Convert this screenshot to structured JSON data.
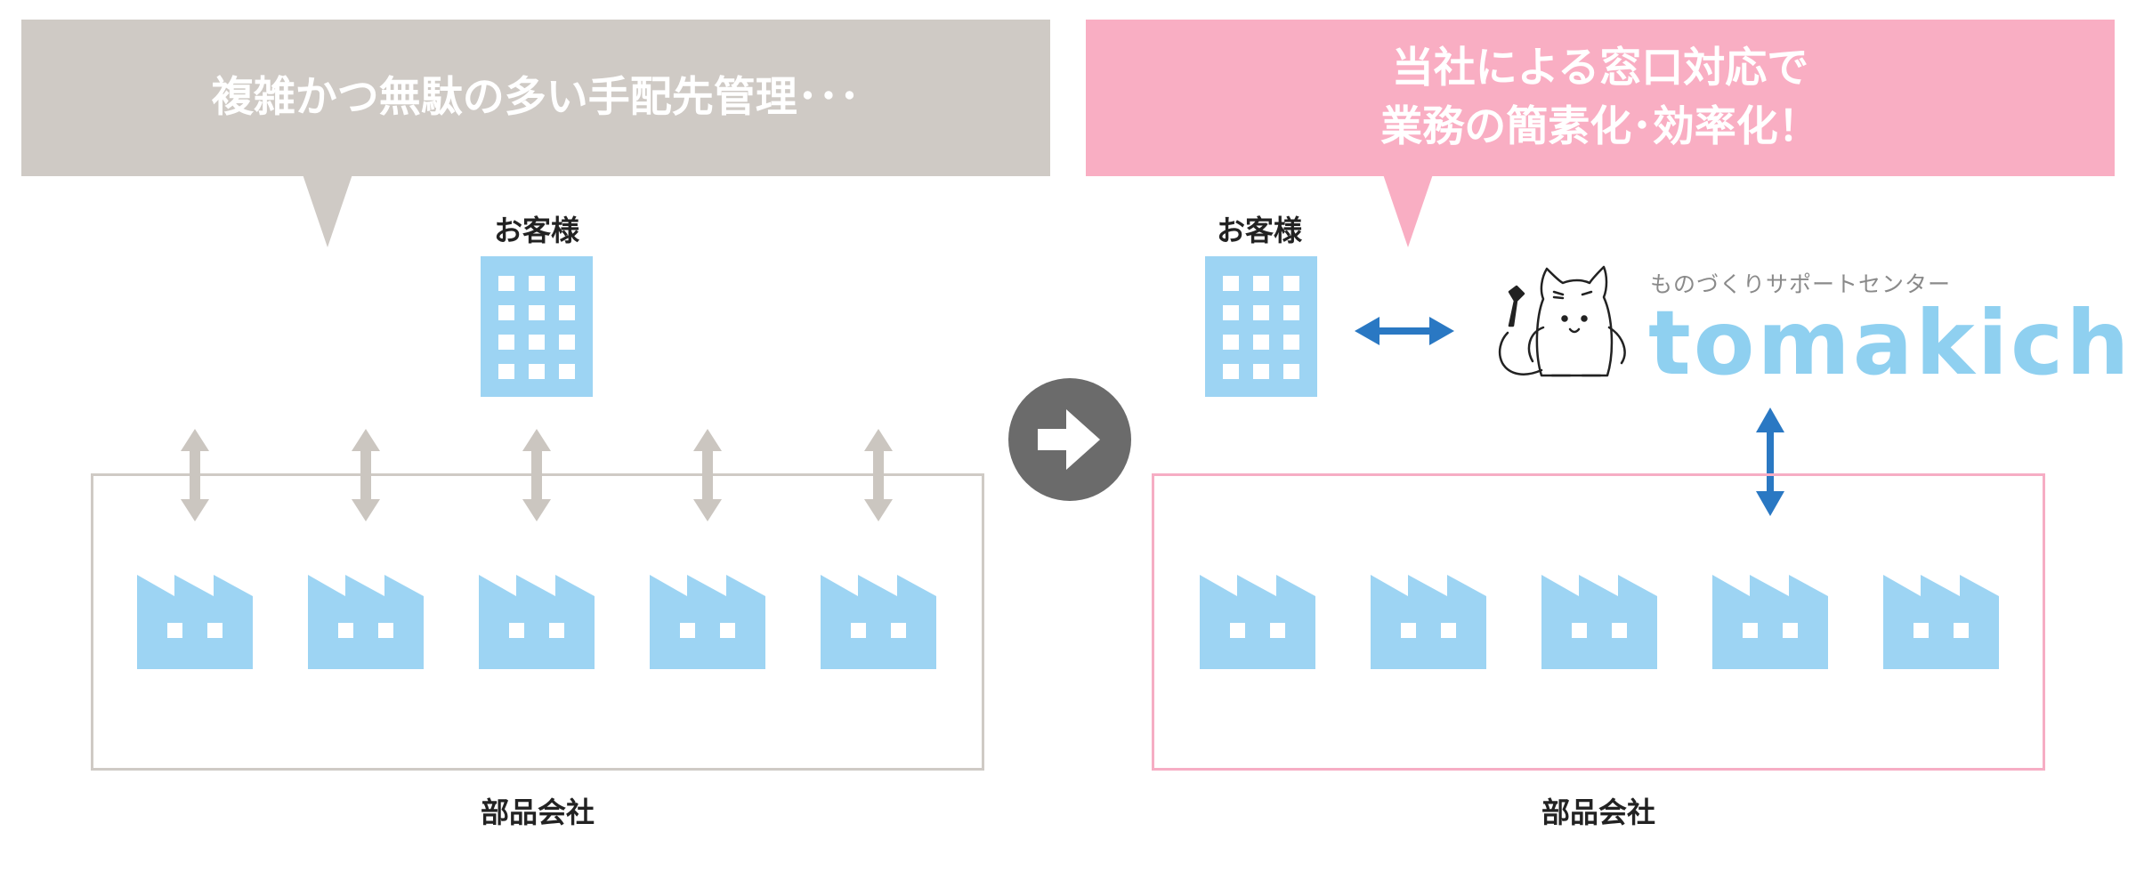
{
  "left_panel": {
    "bubble_text": "複雑かつ無駄の多い手配先管理･･･",
    "customer_label": "お客様",
    "parts_label": "部品会社"
  },
  "right_panel": {
    "bubble_text": "当社による窓口対応で\n業務の簡素化･効率化！",
    "customer_label": "お客様",
    "parts_label": "部品会社",
    "brand_tagline": "ものづくりサポートセンター",
    "brand_name": "tomakichi"
  },
  "colors": {
    "left_bubble": "#cfcac5",
    "right_bubble": "#f9aec3",
    "icon_blue": "#9dd4f3",
    "left_arrow": "#cbc6c0",
    "right_arrow": "#2a78c3",
    "transition_circle": "#6b6b6b",
    "left_frame": "#cfcac5",
    "right_frame": "#f6adc4"
  },
  "icons": {
    "customer": "office-building-icon",
    "factory": "factory-icon",
    "transition": "arrow-right-circle-icon",
    "mascot": "cat-mascot-icon"
  }
}
